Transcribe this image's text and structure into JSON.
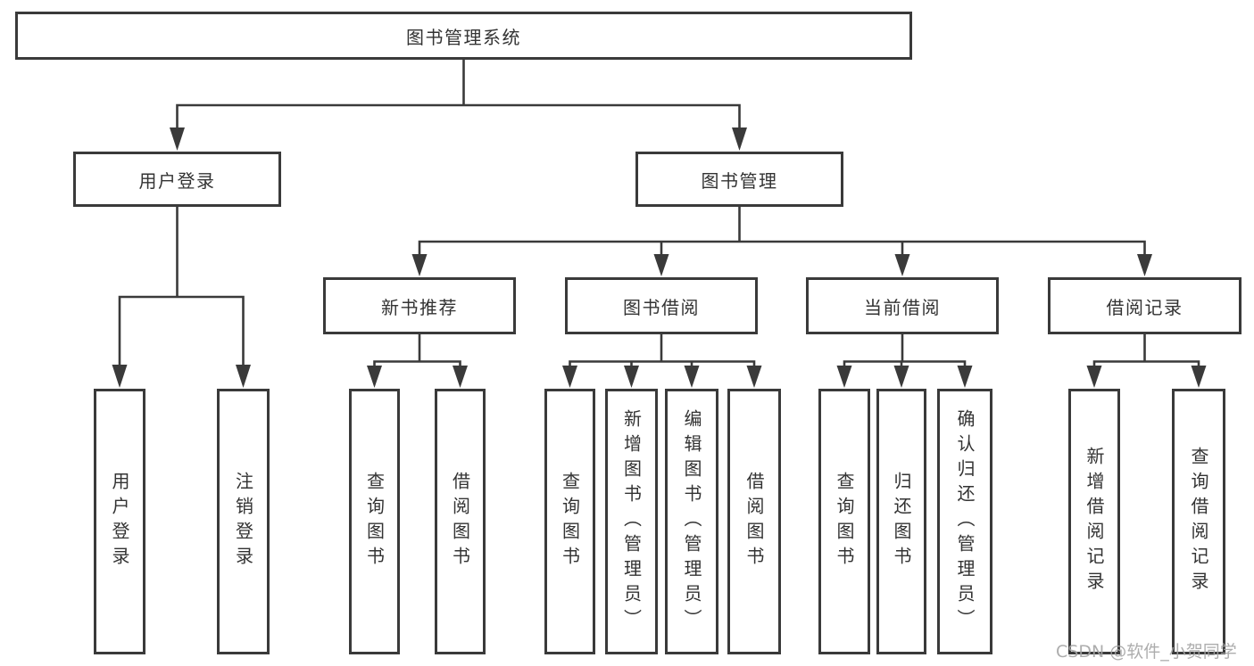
{
  "nodes": {
    "root": "图书管理系统",
    "user_login": {
      "label": "用户登录",
      "children": [
        "用户登录",
        "注销登录"
      ]
    },
    "book_management": {
      "label": "图书管理",
      "children": [
        {
          "label": "新书推荐",
          "children": [
            "查询图书",
            "借阅图书"
          ]
        },
        {
          "label": "图书借阅",
          "children": [
            "查询图书",
            "新增图书（管理员）",
            "编辑图书（管理员）",
            "借阅图书"
          ]
        },
        {
          "label": "当前借阅",
          "children": [
            "查询图书",
            "归还图书",
            "确认归还（管理员）"
          ]
        },
        {
          "label": "借阅记录",
          "children": [
            "新增借阅记录",
            "查询借阅记录"
          ]
        }
      ]
    }
  },
  "watermark": "CSDN @软件_小贺同学",
  "colors": {
    "line": "#3a3a3a",
    "text": "#333333",
    "watermark": "#a4a4a4",
    "background": "#ffffff"
  }
}
